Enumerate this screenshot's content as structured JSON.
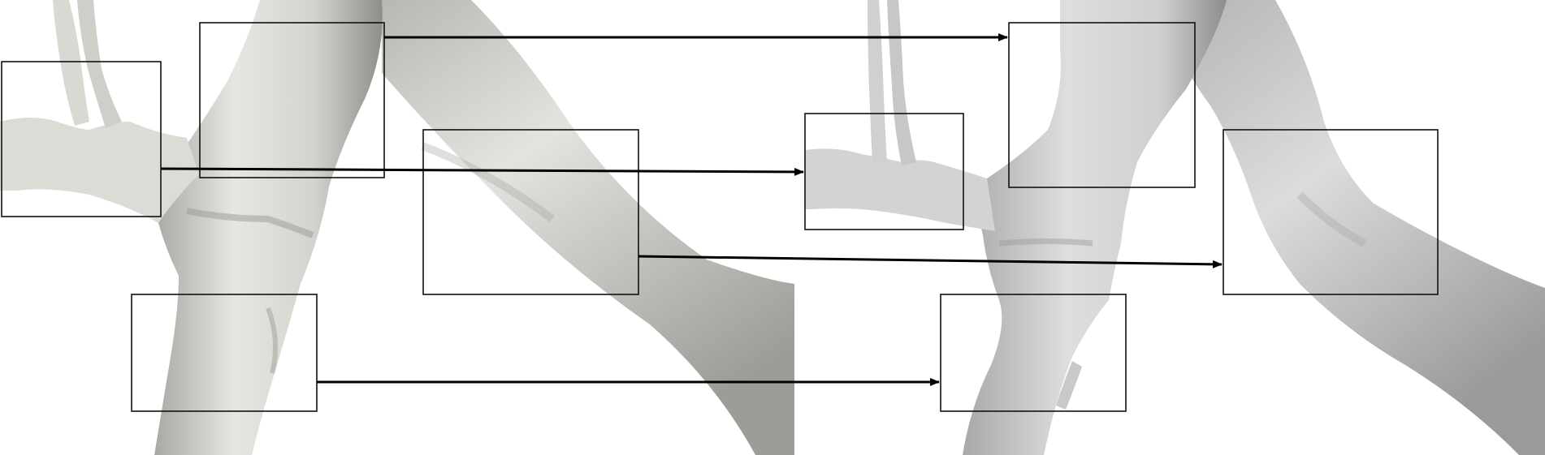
{
  "figure": {
    "panels": [
      {
        "id": "left",
        "surface": "rough-mesh-vessel"
      },
      {
        "id": "right",
        "surface": "smooth-mesh-vessel"
      }
    ],
    "colors": {
      "background": "#ffffff",
      "vessel_light": "#e7e6e1",
      "vessel_mid": "#c9c8c2",
      "vessel_shadow": "#8f8e89",
      "vessel_smooth_light": "#e2e2e2",
      "vessel_smooth_mid": "#c6c6c6",
      "vessel_smooth_shadow": "#8d8d8d",
      "box_stroke": "#111111",
      "arrow": "#000000"
    },
    "region_pairs": [
      {
        "name": "upper-trunk"
      },
      {
        "name": "left-branch"
      },
      {
        "name": "right-branch"
      },
      {
        "name": "lower-trunk"
      }
    ]
  }
}
